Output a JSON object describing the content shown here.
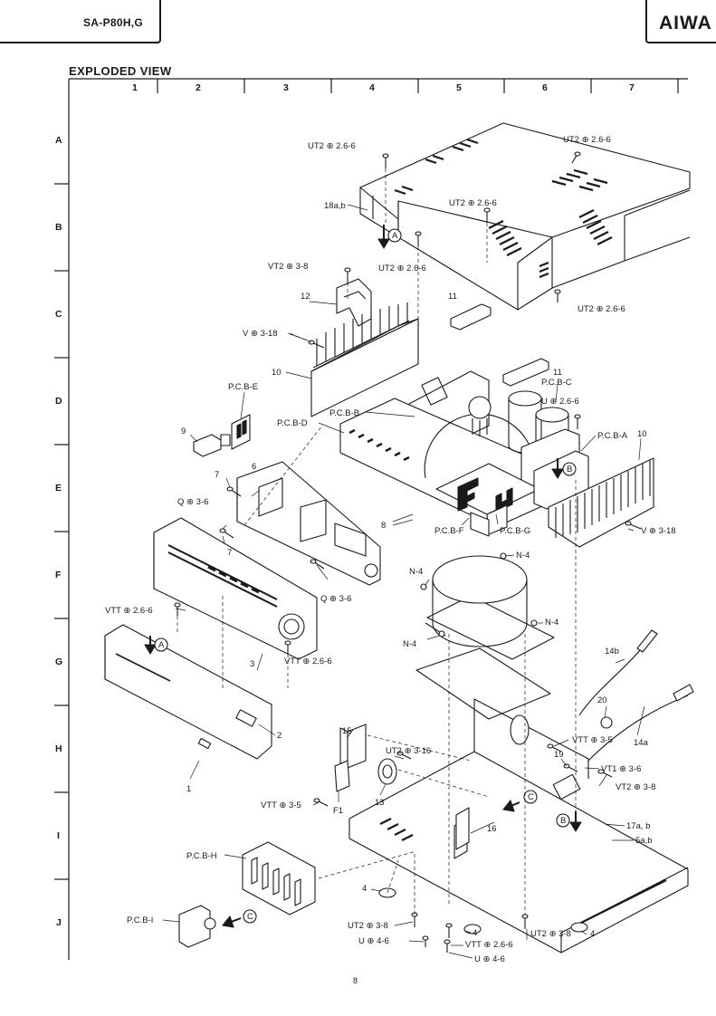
{
  "header": {
    "model": "SA-P80H,G",
    "brand": "AIWA"
  },
  "title": "EXPLODED VIEW",
  "page_number": "8",
  "grid": {
    "columns": [
      "1",
      "2",
      "3",
      "4",
      "5",
      "6",
      "7"
    ],
    "rows": [
      "A",
      "B",
      "C",
      "D",
      "E",
      "F",
      "G",
      "H",
      "I",
      "J"
    ]
  },
  "labels": {
    "screw_ut2_26_6_a": "UT2 ⊕ 2.6-6",
    "screw_ut2_26_6_b": "UT2 ⊕ 2.6-6",
    "screw_ut2_26_6_c": "UT2 ⊕ 2.6-6",
    "screw_ut2_26_6_d": "UT2 ⊕ 2.6-6",
    "screw_ut2_26_6_e": "UT2 ⊕ 2.6-6",
    "part_18ab": "18a,b",
    "ref_a_top": "A",
    "screw_vt2_3_8": "VT2 ⊕ 3-8",
    "part_12": "12",
    "part_11a": "11",
    "part_11b": "11",
    "screw_v_3_18a": "V ⊕ 3-18",
    "part_10a": "10",
    "pcb_e": "P.C.B-E",
    "pcb_b": "P.C.B-B",
    "pcb_c": "P.C.B-C",
    "screw_u_26_6": "U ⊕ 2.6-6",
    "pcb_d": "P.C.B-D",
    "pcb_a": "P.C.B-A",
    "part_10b": "10",
    "ref_b_top": "B",
    "part_9": "9",
    "part_7a": "7",
    "part_6": "6",
    "screw_q_3_6a": "Q ⊕ 3-6",
    "part_7b": "7",
    "part_8": "8",
    "pcb_f": "P.C.B-F",
    "pcb_g": "P.C.B-G",
    "screw_v_3_18b": "V ⊕ 3-18",
    "nut_n4a": "N-4",
    "nut_n4b": "N-4",
    "nut_n4c": "N-4",
    "nut_n4d": "N-4",
    "screw_q_3_6b": "Q ⊕ 3-6",
    "screw_vtt_26_6a": "VTT ⊕ 2.6-6",
    "screw_vtt_26_6b": "VTT ⊕ 2.6-6",
    "part_3": "3",
    "ref_a_bottom": "A",
    "part_14b": "14b",
    "part_20": "20",
    "part_14a": "14a",
    "part_2": "2",
    "part_15": "15",
    "screw_ut2_3_16": "UT2 ⊕ 3-16",
    "screw_vtt_3_5a": "VTT ⊕ 3-5",
    "part_19": "19",
    "screw_vt1_3_6": "VT1 ⊕ 3-6",
    "screw_vt2_3_8b": "VT2 ⊕ 3-8",
    "part_1": "1",
    "screw_vtt_3_5b": "VTT ⊕ 3-5",
    "part_f1": "F1",
    "part_13": "13",
    "ref_c_mid": "C",
    "part_16": "16",
    "ref_b_bottom": "B",
    "part_17ab": "17a, b",
    "pcb_h": "P.C.B-H",
    "part_5ab": "5a,b",
    "part_4a": "4",
    "pcb_i": "P.C.B-I",
    "ref_c_bottom": "C",
    "screw_ut2_3_8a": "UT2 ⊕ 3-8",
    "part_4b": "4",
    "screw_ut2_3_8b": "UT2 ⊕ 3-8",
    "part_4c": "4",
    "screw_u_4_6a": "U ⊕ 4-6",
    "screw_vtt_26_6c": "VTT ⊕ 2.6-6",
    "screw_u_4_6b": "U ⊕ 4-6"
  }
}
